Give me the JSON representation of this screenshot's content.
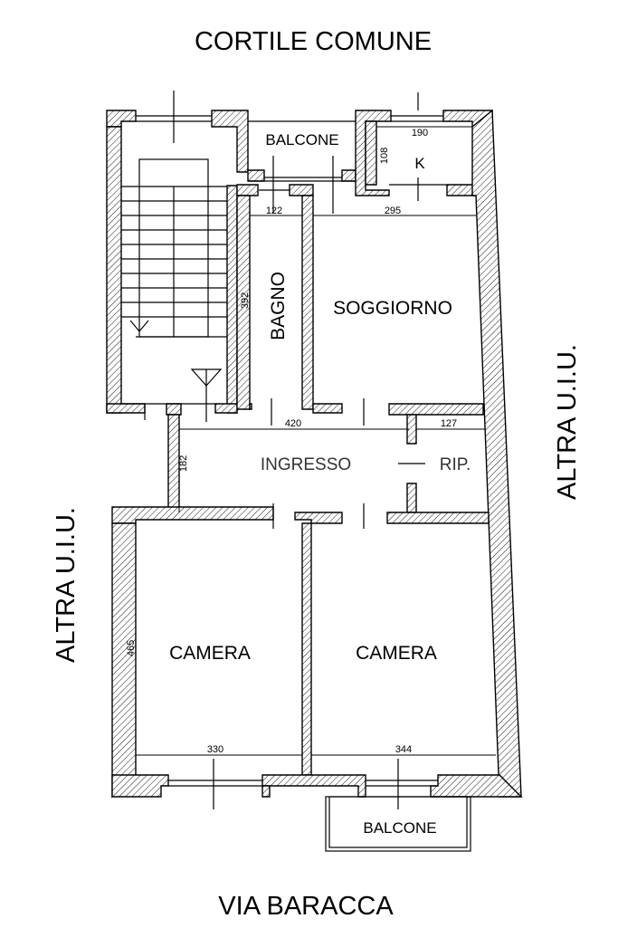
{
  "orientation": {
    "top": "CORTILE COMUNE",
    "bottom": "VIA BARACCA",
    "left": "ALTRA U.I.U.",
    "right": "ALTRA U.I.U."
  },
  "rooms": {
    "balcone_top": "BALCONE",
    "kitchen": "K",
    "bagno": "BAGNO",
    "soggiorno": "SOGGIORNO",
    "ingresso": "INGRESSO",
    "ripostiglio": "RIP.",
    "camera_left": "CAMERA",
    "camera_right": "CAMERA",
    "balcone_bottom": "BALCONE"
  },
  "dimensions": {
    "kitchen_width": "190",
    "kitchen_depth": "108",
    "bagno_width": "122",
    "soggiorno_width": "295",
    "bagno_length": "392",
    "ingresso_width": "420",
    "rip_width": "127",
    "corridor_depth": "182",
    "camera_length": "465",
    "camera_left_width": "330",
    "camera_right_width": "344"
  }
}
